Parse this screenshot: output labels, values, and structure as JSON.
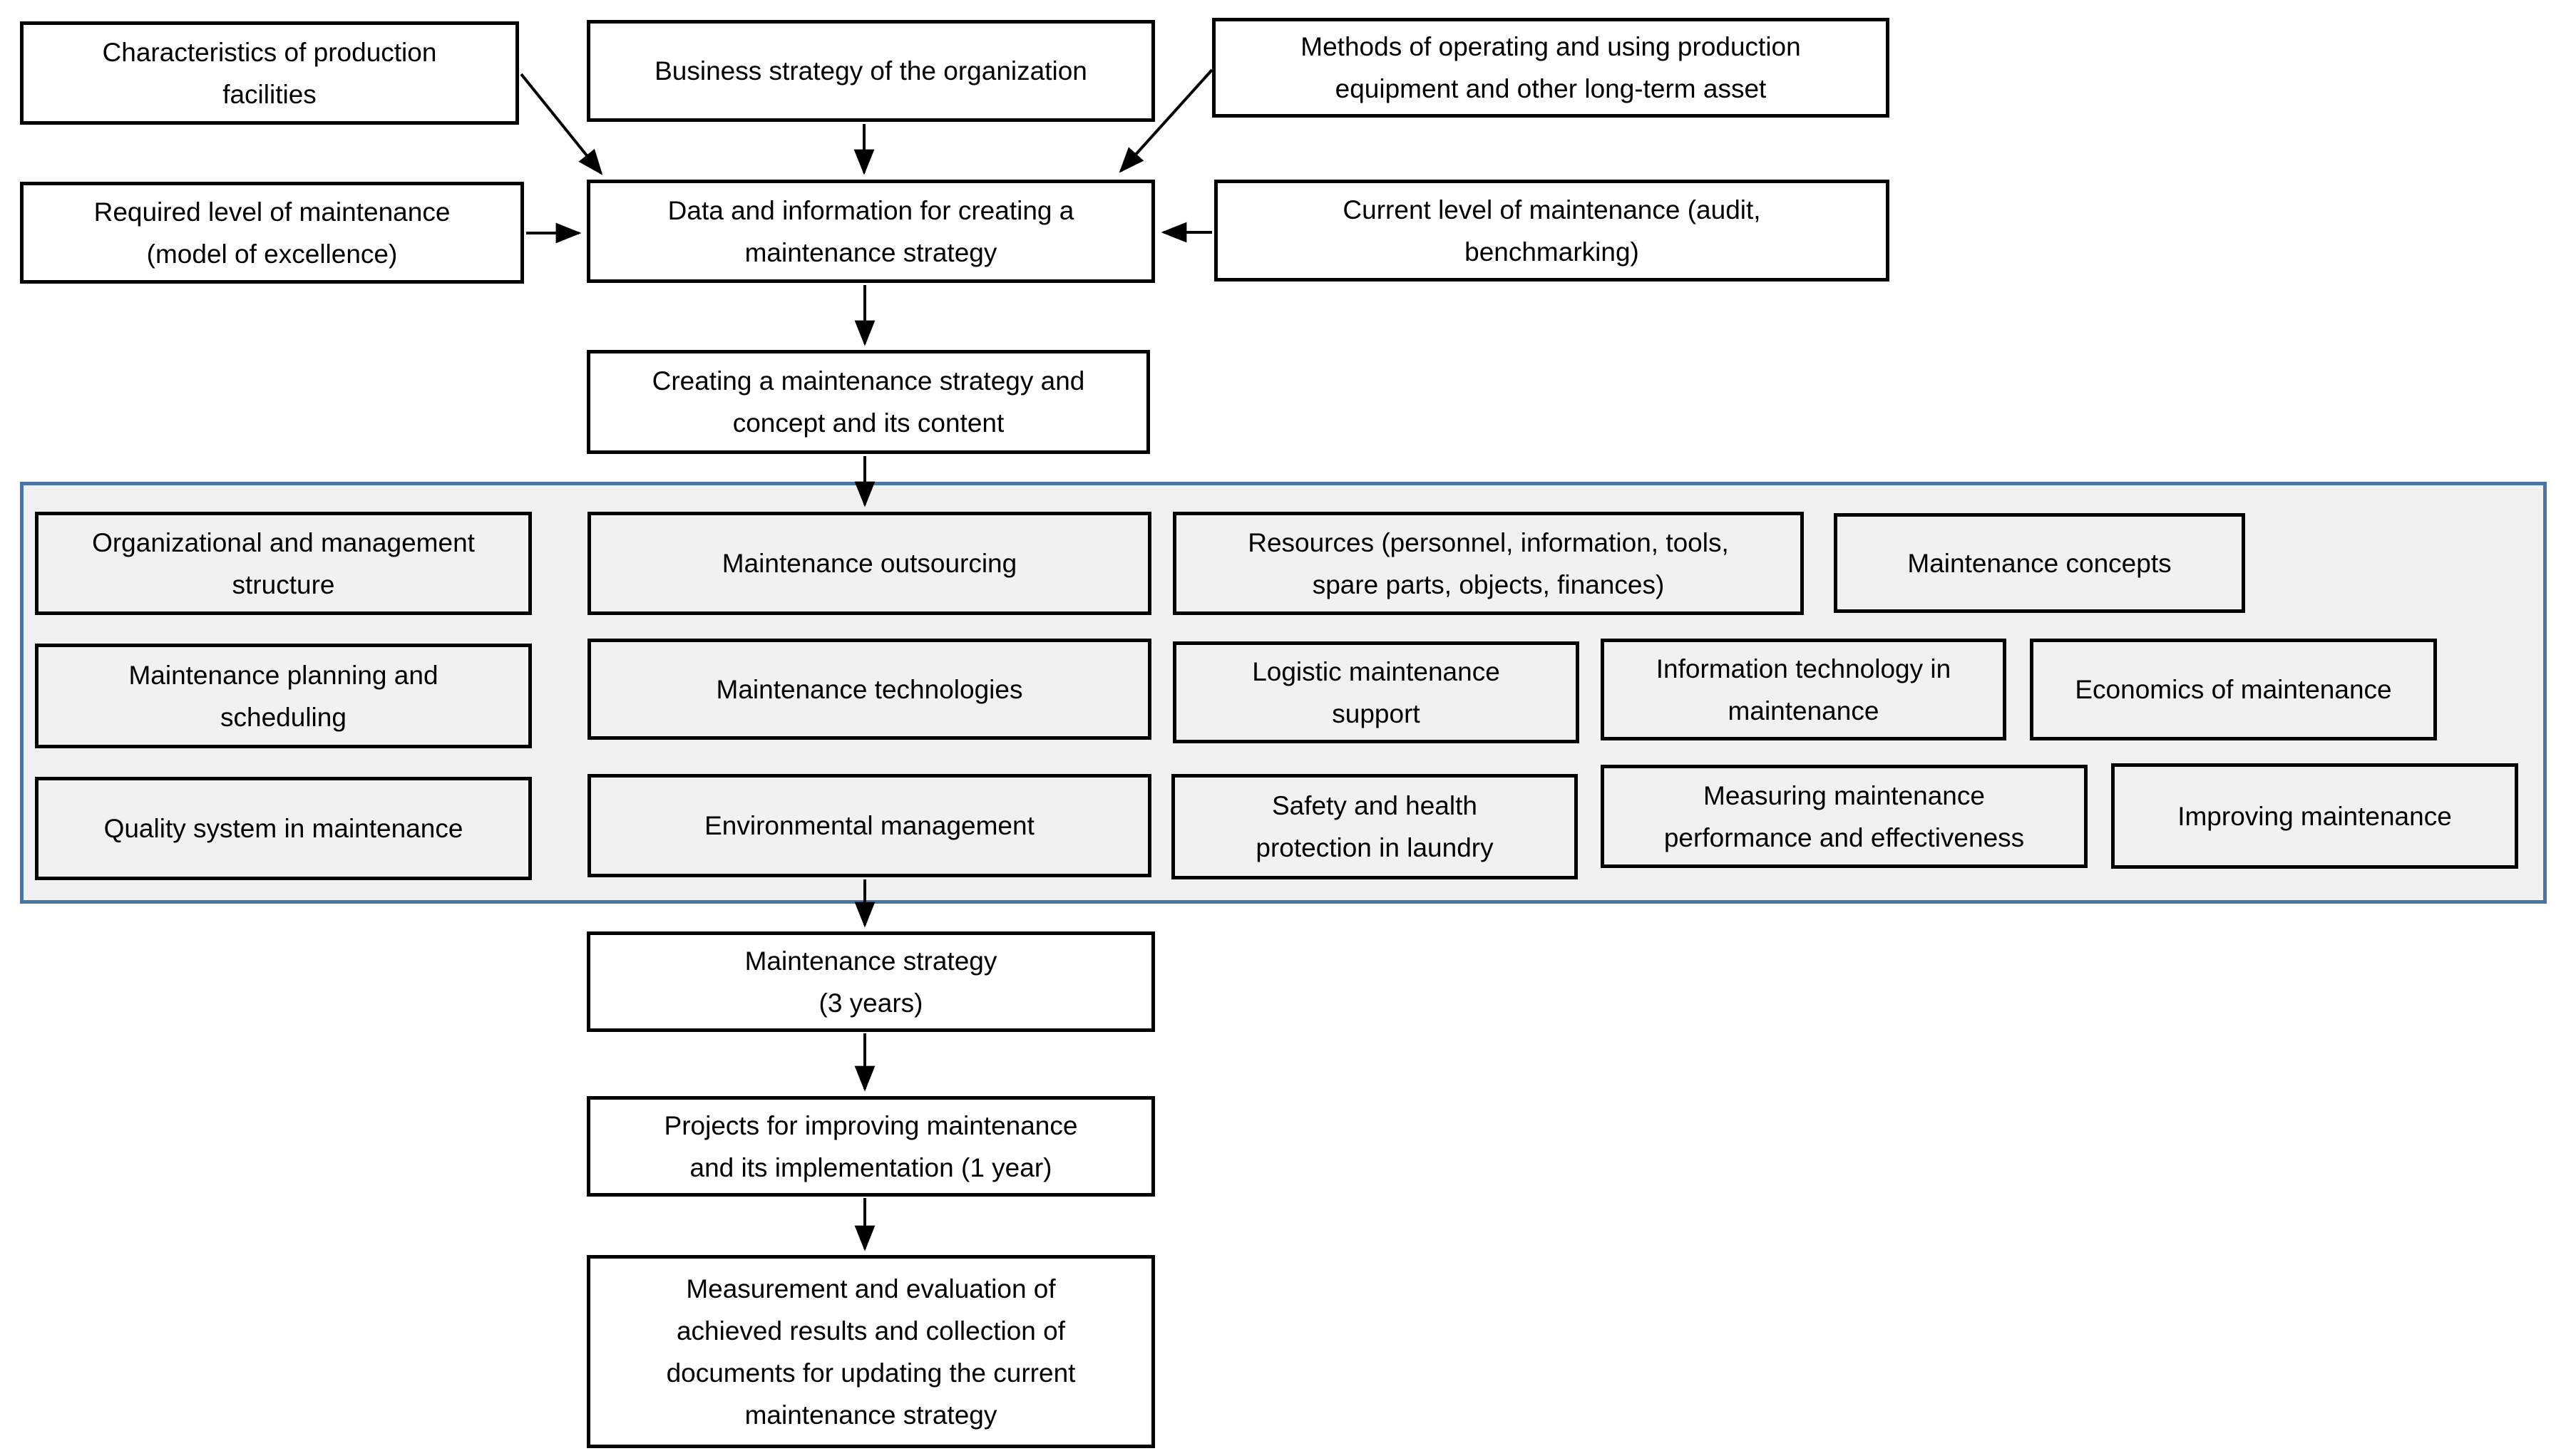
{
  "colors": {
    "panel_border": "#4a74a6",
    "panel_fill": "#f1f1f1",
    "box_border": "#000000",
    "arrow_color": "#000000"
  },
  "nodes": {
    "characteristics": "Characteristics of production\nfacilities",
    "business_strategy": "Business strategy of the organization",
    "methods": "Methods of operating and using production\nequipment and other long-term asset",
    "required_level": "Required level of maintenance\n(model of excellence)",
    "data_information": "Data and information for creating a\nmaintenance strategy",
    "current_level": "Current level of maintenance (audit,\nbenchmarking)",
    "creating_strategy": "Creating a maintenance strategy and\nconcept and its content",
    "org_structure": "Organizational and management\nstructure",
    "outsourcing": "Maintenance outsourcing",
    "resources": "Resources (personnel, information, tools,\nspare parts, objects, finances)",
    "concepts": "Maintenance concepts",
    "planning": "Maintenance planning and\nscheduling",
    "technologies": "Maintenance technologies",
    "logistic": "Logistic maintenance\nsupport",
    "information_technology": "Information technology in\nmaintenance",
    "economics": "Economics of maintenance",
    "quality": "Quality system in maintenance",
    "environmental": "Environmental management",
    "safety": "Safety and health\nprotection in laundry",
    "measuring": "Measuring maintenance\nperformance and effectiveness",
    "improving": "Improving maintenance",
    "strategy_3_years": "Maintenance strategy\n(3 years)",
    "projects_1_year": "Projects for improving maintenance\nand its implementation (1 year)",
    "measurement": "Measurement and evaluation of\nachieved results and collection of\ndocuments for updating the current\nmaintenance strategy"
  }
}
